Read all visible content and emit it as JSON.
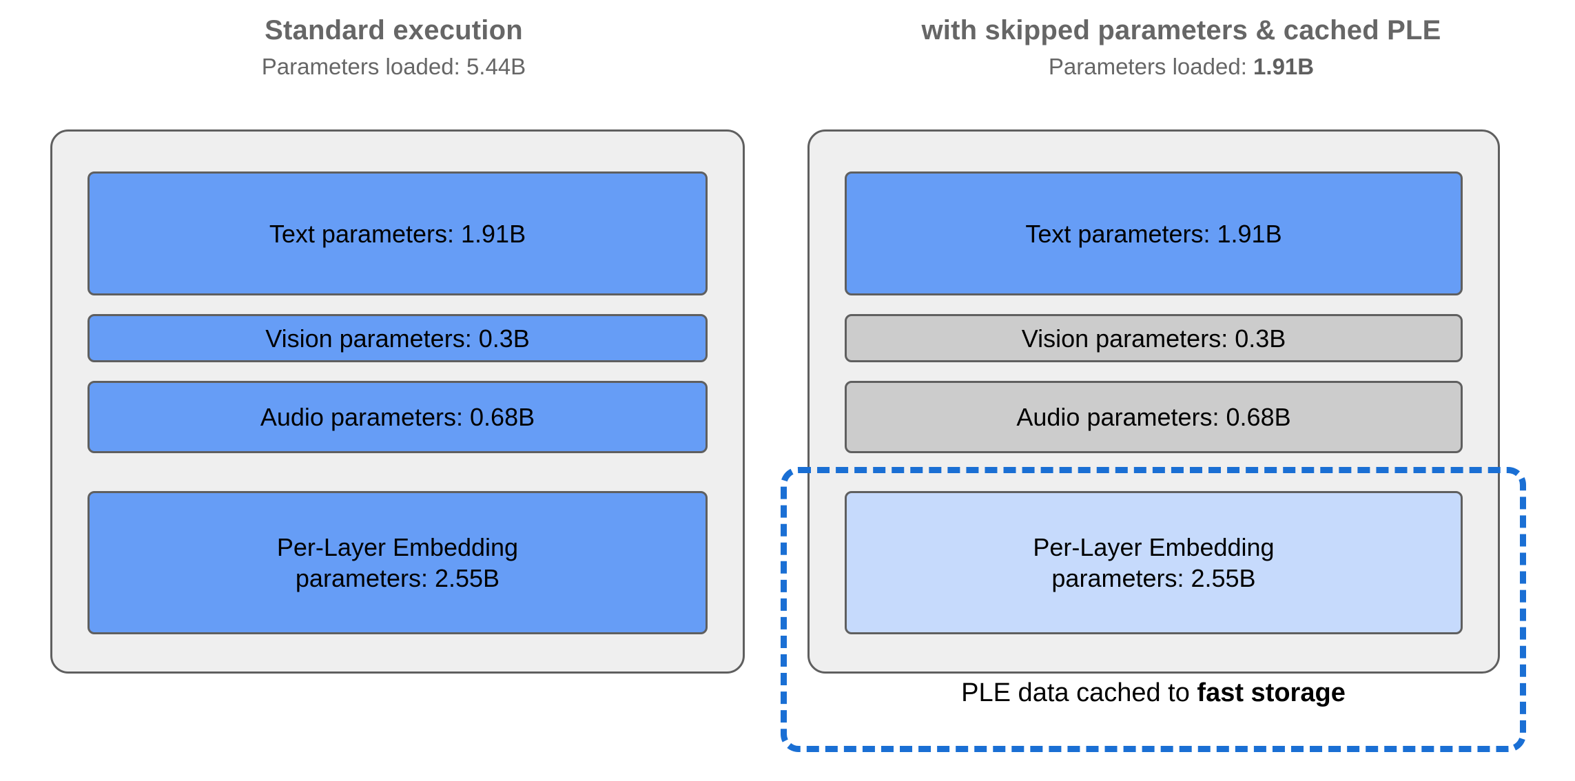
{
  "diagram": {
    "title_left": "Standard execution",
    "title_right": "with skipped parameters & cached PLE",
    "colors": {
      "active_blue": "#669DF6",
      "skipped_grey": "#CCCCCC",
      "cached_light_blue": "#C6DAFC",
      "callout_blue": "#1A6FD4",
      "panel_fill": "#EFEFEF",
      "panel_border": "#5F5F5F",
      "heading_grey": "#666666"
    }
  },
  "left": {
    "title": "Standard execution",
    "subtitle_prefix": "Parameters loaded: ",
    "subtitle_value": "5.44B",
    "blocks": [
      {
        "label": "Text parameters: 1.91B",
        "name": "text-parameters",
        "state": "loaded",
        "value_b": 1.91
      },
      {
        "label": "Vision parameters: 0.3B",
        "name": "vision-parameters",
        "state": "loaded",
        "value_b": 0.3
      },
      {
        "label": "Audio parameters: 0.68B",
        "name": "audio-parameters",
        "state": "loaded",
        "value_b": 0.68
      },
      {
        "label": "Per-Layer Embedding parameters: 2.55B",
        "line1": "Per-Layer Embedding",
        "line2": "parameters: 2.55B",
        "name": "ple-parameters",
        "state": "loaded",
        "value_b": 2.55
      }
    ]
  },
  "right": {
    "title": "with skipped parameters & cached PLE",
    "subtitle_prefix": "Parameters loaded: ",
    "subtitle_value": "1.91B",
    "blocks": [
      {
        "label": "Text parameters: 1.91B",
        "name": "text-parameters",
        "state": "loaded",
        "value_b": 1.91
      },
      {
        "label": "Vision parameters: 0.3B",
        "name": "vision-parameters",
        "state": "skipped",
        "value_b": 0.3
      },
      {
        "label": "Audio parameters: 0.68B",
        "name": "audio-parameters",
        "state": "skipped",
        "value_b": 0.68
      },
      {
        "label": "Per-Layer Embedding parameters: 2.55B",
        "line1": "Per-Layer Embedding",
        "line2": "parameters: 2.55B",
        "name": "ple-parameters",
        "state": "cached",
        "value_b": 2.55
      }
    ],
    "cache_caption_prefix": "PLE data cached to ",
    "cache_caption_emphasis": "fast storage"
  }
}
